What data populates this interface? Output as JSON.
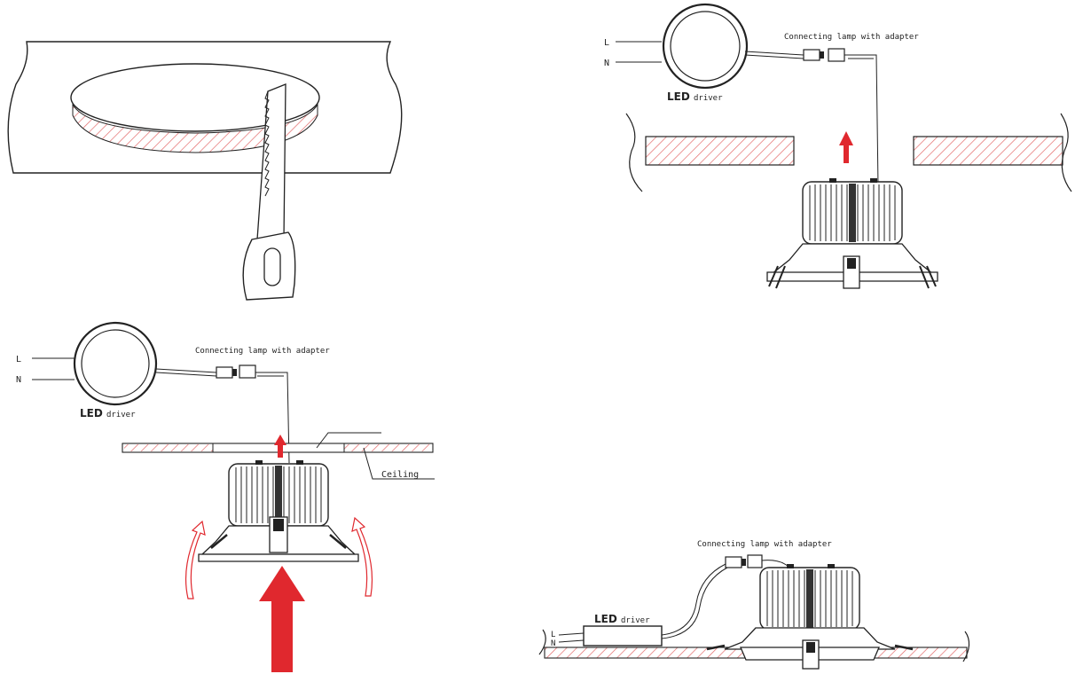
{
  "colors": {
    "ink": "#222222",
    "accent": "#e0282e",
    "hatch": "#e46a6a"
  },
  "panel2": {
    "line_l": "L",
    "line_n": "N",
    "adapter_label": "Connecting lamp with adapter",
    "driver_led": "LED",
    "driver_word": "driver"
  },
  "panel3": {
    "line_l": "L",
    "line_n": "N",
    "adapter_label": "Connecting lamp with adapter",
    "driver_led": "LED",
    "driver_word": "driver",
    "ceiling_label": "Ceiling"
  },
  "panel4": {
    "adapter_label": "Connecting lamp with adapter",
    "driver_led": "LED",
    "driver_word": "driver",
    "line_l": "L",
    "line_n": "N"
  }
}
